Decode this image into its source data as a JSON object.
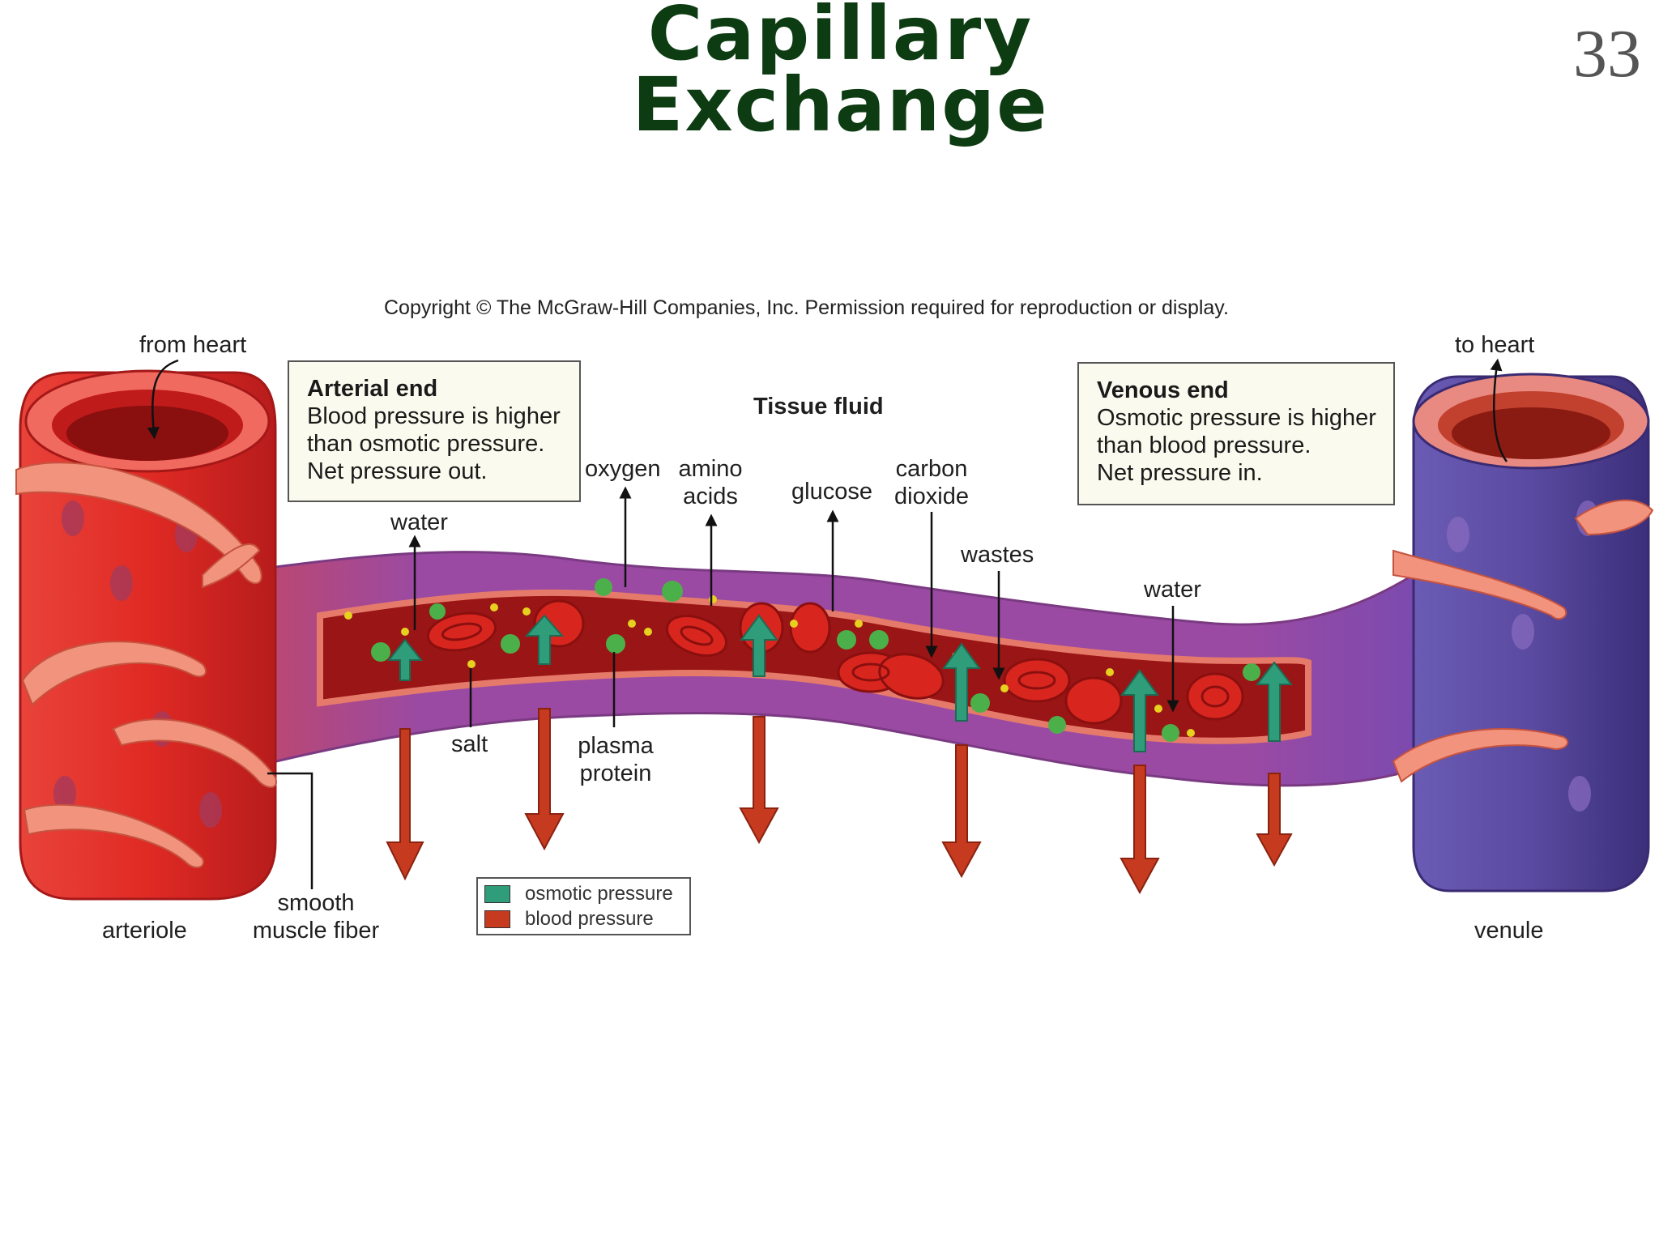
{
  "slide": {
    "title_line1": "Capillary",
    "title_line2": "Exchange",
    "page_number": "33"
  },
  "figure": {
    "copyright": "Copyright © The McGraw-Hill Companies, Inc. Permission required for reproduction or display.",
    "arterial_box": {
      "title": "Arterial end",
      "line1": "Blood pressure is higher",
      "line2": "than osmotic pressure.",
      "line3": "Net pressure out."
    },
    "venous_box": {
      "title": "Venous end",
      "line1": "Osmotic pressure is higher",
      "line2": "than blood pressure.",
      "line3": "Net pressure in."
    },
    "labels": {
      "from_heart": "from heart",
      "to_heart": "to heart",
      "tissue_fluid": "Tissue fluid",
      "water_left": "water",
      "oxygen": "oxygen",
      "amino_1": "amino",
      "amino_2": "acids",
      "glucose": "glucose",
      "carbon_1": "carbon",
      "carbon_2": "dioxide",
      "wastes": "wastes",
      "water_right": "water",
      "salt": "salt",
      "plasma_1": "plasma",
      "plasma_2": "protein",
      "smooth_1": "smooth",
      "smooth_2": "muscle fiber",
      "arteriole": "arteriole",
      "venule": "venule"
    },
    "legend": {
      "osmotic_label": "osmotic pressure",
      "blood_label": "blood pressure",
      "osmotic_color": "#2f9c7a",
      "blood_color": "#c63a1f"
    },
    "colors": {
      "arteriole": "#d8322c",
      "venule": "#5a4aa0",
      "capillary_wall": "#9a4aa3",
      "blood": "#9a1515",
      "red_cell": "#d8261f",
      "title_green": "#0d3b12"
    }
  }
}
